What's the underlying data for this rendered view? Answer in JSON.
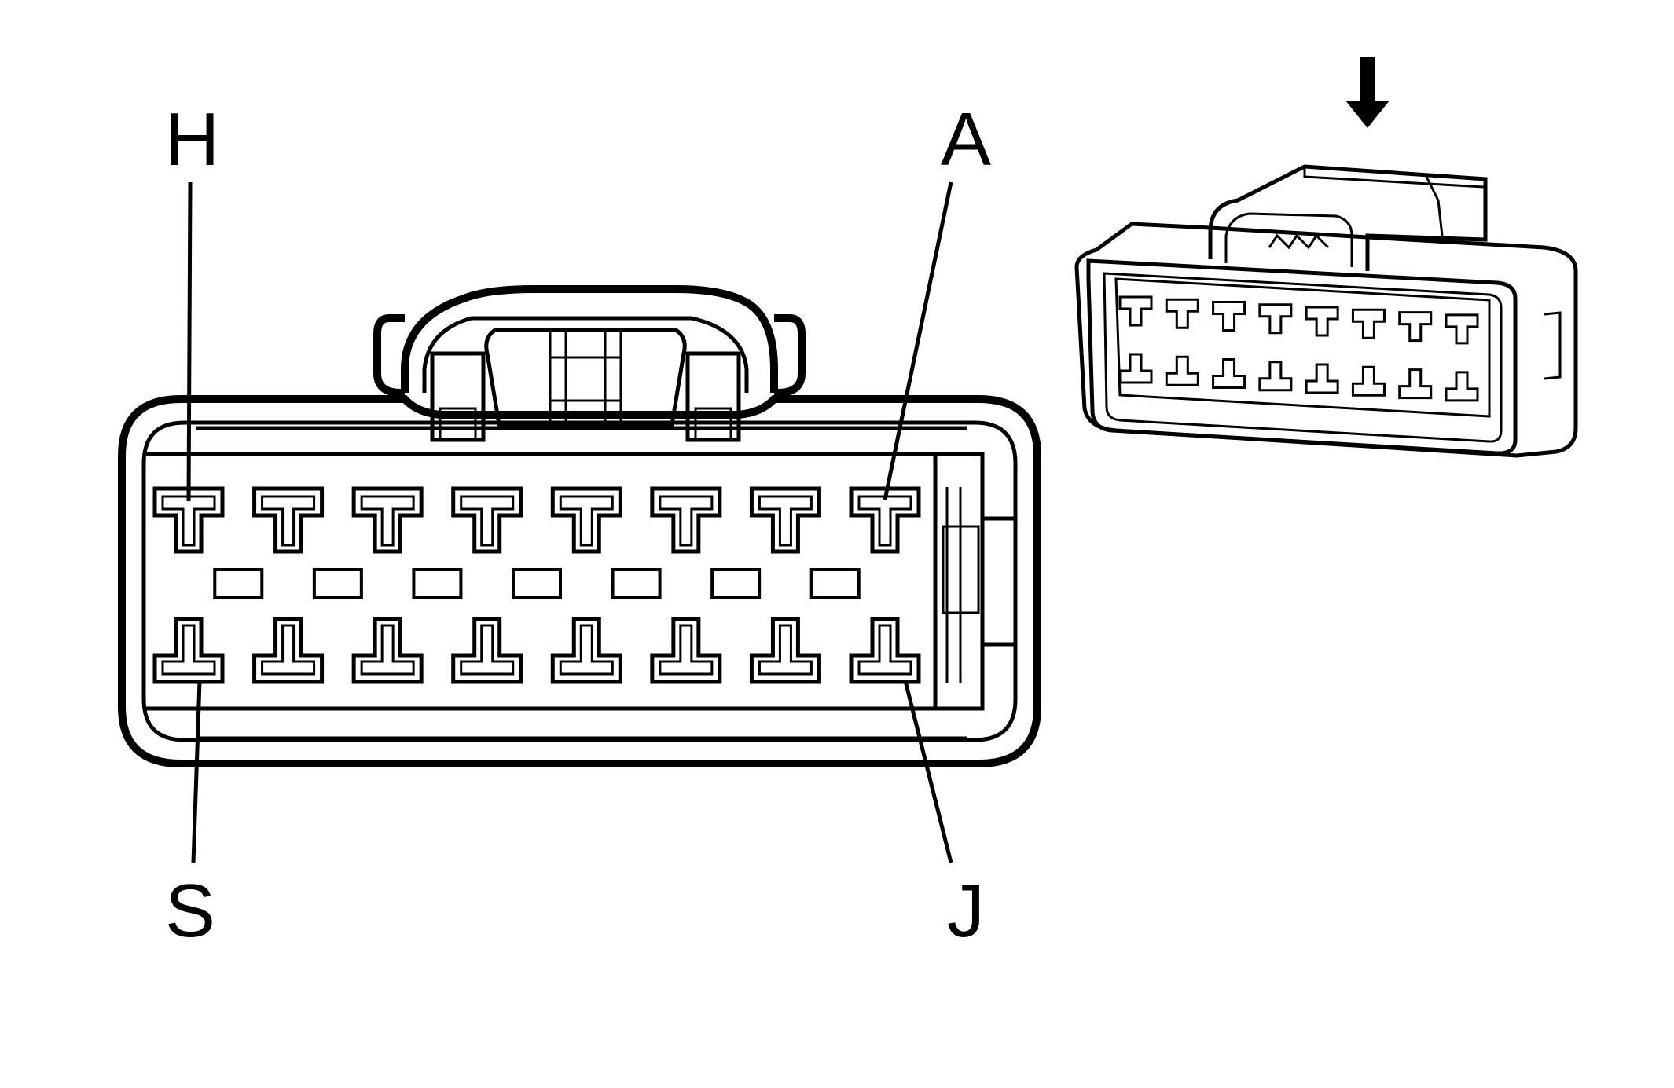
{
  "diagram": {
    "type": "connector-face-view",
    "pin_rows": 2,
    "pins_per_row": 8,
    "pin_count": 16,
    "labels": {
      "top_left": "H",
      "top_right": "A",
      "bottom_left": "S",
      "bottom_right": "J"
    },
    "insert_view": {
      "arrow_direction": "down"
    },
    "colors": {
      "line": "#000000",
      "background": "#ffffff"
    }
  }
}
